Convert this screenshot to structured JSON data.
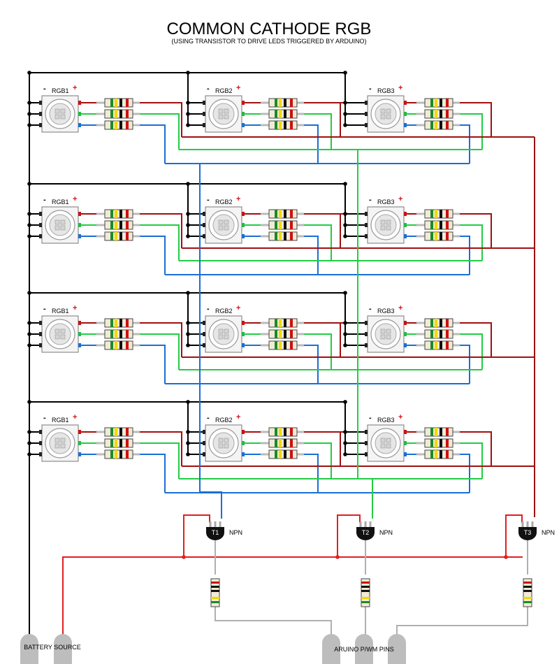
{
  "title": "COMMON CATHODE RGB",
  "subtitle": "(USING TRANSISTOR TO DRIVE LEDS TRIGGERED BY ARDUINO)",
  "colors": {
    "ground": "#000000",
    "red_channel": "#a01010",
    "green_channel": "#22cc44",
    "blue_channel": "#1a6fd4",
    "supply": "#e02020",
    "control": "#b0b0b0"
  },
  "led_rows": [
    {
      "leds": [
        {
          "label": "RGB1"
        },
        {
          "label": "RGB2"
        },
        {
          "label": "RGB3"
        }
      ]
    },
    {
      "leds": [
        {
          "label": "RGB1"
        },
        {
          "label": "RGB2"
        },
        {
          "label": "RGB3"
        }
      ]
    },
    {
      "leds": [
        {
          "label": "RGB1"
        },
        {
          "label": "RGB2"
        },
        {
          "label": "RGB3"
        }
      ]
    },
    {
      "leds": [
        {
          "label": "RGB1"
        },
        {
          "label": "RGB2"
        },
        {
          "label": "RGB3"
        }
      ]
    }
  ],
  "led_minus": "-",
  "led_plus": "+",
  "transistors": [
    {
      "label": "T1",
      "type": "NPN"
    },
    {
      "label": "T2",
      "type": "NPN"
    },
    {
      "label": "T3",
      "type": "NPN"
    }
  ],
  "battery_label": "BATTERY SOURCE",
  "arduino_label": "ARUINO P/WM PINS"
}
